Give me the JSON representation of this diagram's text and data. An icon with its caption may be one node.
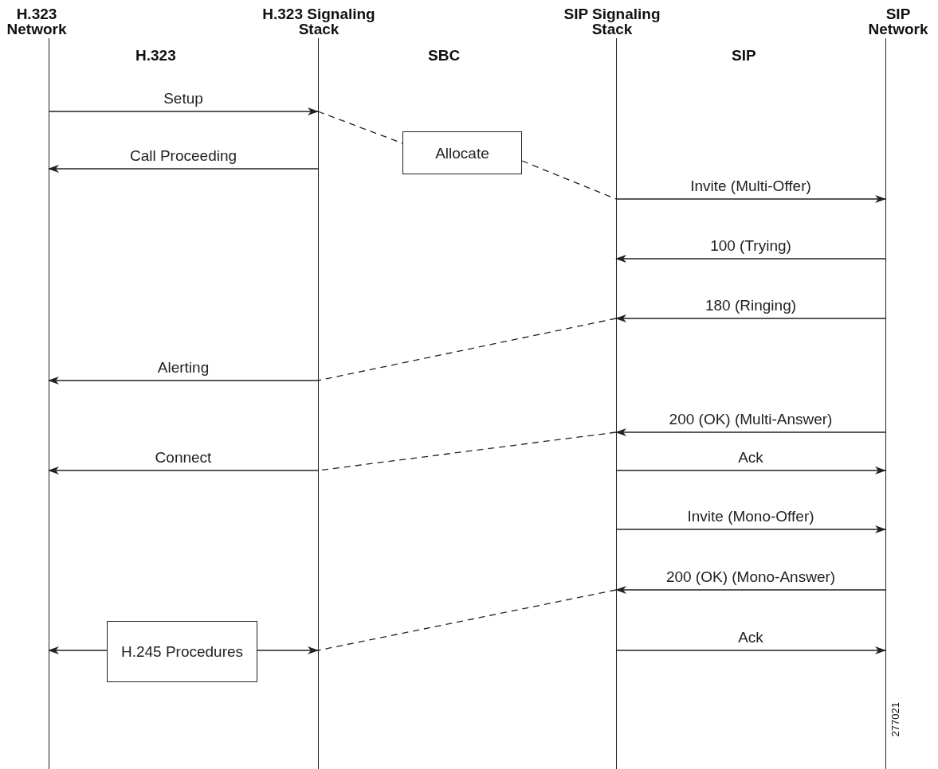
{
  "diagram": {
    "nodes": [
      {
        "text": [
          "H.323 Network"
        ]
      },
      {
        "text": [
          "H.323 Signaling Stack"
        ]
      },
      {
        "text": [
          "SIP Signaling Stack"
        ]
      },
      {
        "text": [
          "SIP Network"
        ]
      },
      {
        "text": [
          "Allocate"
        ]
      },
      {
        "text": [
          "H.245 Procedures"
        ]
      }
    ],
    "edges": [
      {
        "from": 0,
        "to": 1,
        "arrow": "to",
        "label": "Setup"
      },
      {
        "from": 1,
        "to": 4,
        "arrow": "none",
        "style": "dashed"
      },
      {
        "from": 1,
        "to": 0,
        "arrow": "to",
        "label": "Call Proceeding"
      },
      {
        "from": 4,
        "to": 2,
        "arrow": "none",
        "style": "dashed"
      },
      {
        "from": 2,
        "to": 3,
        "arrow": "to",
        "label": "Invite (Multi-Offer)"
      },
      {
        "from": 3,
        "to": 2,
        "arrow": "to",
        "label": "100 (Trying)"
      },
      {
        "from": 3,
        "to": 2,
        "arrow": "to",
        "label": "180 (Ringing)"
      },
      {
        "from": 2,
        "to": 1,
        "arrow": "none",
        "style": "dashed"
      },
      {
        "from": 1,
        "to": 0,
        "arrow": "to",
        "label": "Alerting"
      },
      {
        "from": 3,
        "to": 2,
        "arrow": "to",
        "label": "200 (OK) (Multi-Answer)"
      },
      {
        "from": 2,
        "to": 1,
        "arrow": "none",
        "style": "dashed"
      },
      {
        "from": 1,
        "to": 0,
        "arrow": "to",
        "label": "Connect"
      },
      {
        "from": 2,
        "to": 3,
        "arrow": "to",
        "label": "Ack"
      },
      {
        "from": 2,
        "to": 3,
        "arrow": "to",
        "label": "Invite (Mono-Offer)"
      },
      {
        "from": 3,
        "to": 2,
        "arrow": "to",
        "label": "200 (OK) (Mono-Answer)"
      },
      {
        "from": 2,
        "to": 1,
        "arrow": "none",
        "style": "dashed"
      },
      {
        "from": 2,
        "to": 3,
        "arrow": "to",
        "label": "Ack"
      },
      {
        "from": 5,
        "to": 0,
        "arrow": "to"
      },
      {
        "from": 5,
        "to": 1,
        "arrow": "to"
      }
    ],
    "labels": [
      "H.323",
      "SBC",
      "SIP",
      "277021"
    ]
  }
}
